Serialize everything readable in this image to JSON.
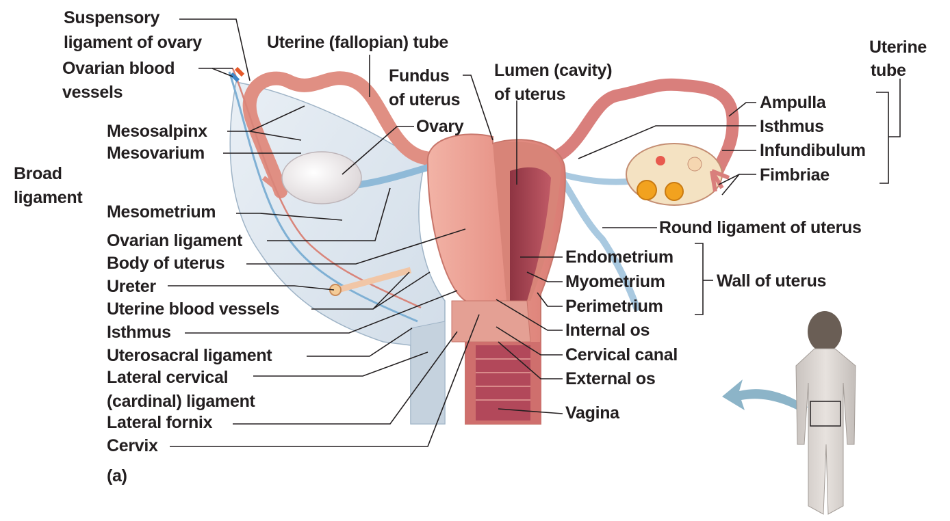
{
  "figure": {
    "panel_label": "(a)",
    "labels": {
      "suspensory_ligament": [
        "Suspensory",
        "ligament of ovary"
      ],
      "ovarian_blood_vessels": [
        "Ovarian blood",
        "vessels"
      ],
      "uterine_tube_top": "Uterine (fallopian) tube",
      "fundus": [
        "Fundus",
        "of uterus"
      ],
      "lumen": [
        "Lumen (cavity)",
        "of uterus"
      ],
      "mesosalpinx": "Mesosalpinx",
      "mesovarium": "Mesovarium",
      "ovary": "Ovary",
      "broad_ligament": [
        "Broad",
        "ligament"
      ],
      "mesometrium": "Mesometrium",
      "ovarian_ligament": "Ovarian ligament",
      "body_of_uterus": "Body of uterus",
      "ureter": "Ureter",
      "uterine_blood_vessels": "Uterine blood vessels",
      "isthmus_left": "Isthmus",
      "uterosacral_ligament": "Uterosacral ligament",
      "lateral_cervical": [
        "Lateral cervical",
        "(cardinal) ligament"
      ],
      "lateral_fornix": "Lateral fornix",
      "cervix": "Cervix",
      "uterine_tube_group": [
        "Uterine",
        "tube"
      ],
      "ampulla": "Ampulla",
      "isthmus_right": "Isthmus",
      "infundibulum": "Infundibulum",
      "fimbriae": "Fimbriae",
      "round_ligament": "Round ligament of uterus",
      "endometrium": "Endometrium",
      "myometrium": "Myometrium",
      "perimetrium": "Perimetrium",
      "wall_of_uterus": "Wall of uterus",
      "internal_os": "Internal os",
      "cervical_canal": "Cervical canal",
      "external_os": "External os",
      "vagina": "Vagina"
    }
  },
  "colors": {
    "text": "#231f20",
    "leader": "#231f20",
    "uterus_outer": "#e8998a",
    "uterus_inner": "#b5535f",
    "ligament_sheet": "#dde6ef",
    "ovary": "#f3efef",
    "vessel_blue": "#7fb0d4",
    "arrow": "#8cb4c8",
    "body_figure": "#d9d4d0"
  }
}
